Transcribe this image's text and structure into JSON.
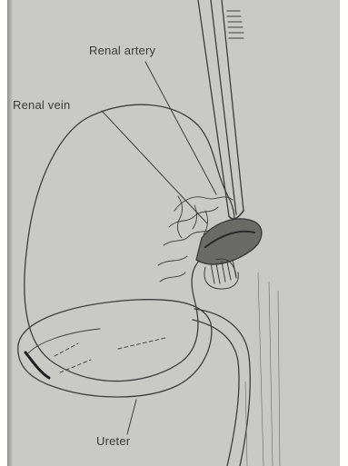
{
  "labels": {
    "renal_artery": "Renal artery",
    "renal_vein": "Renal vein",
    "ureter": "Ureter"
  },
  "colors": {
    "paper": "#c9c9c5",
    "ink": "#3a3a3a"
  }
}
